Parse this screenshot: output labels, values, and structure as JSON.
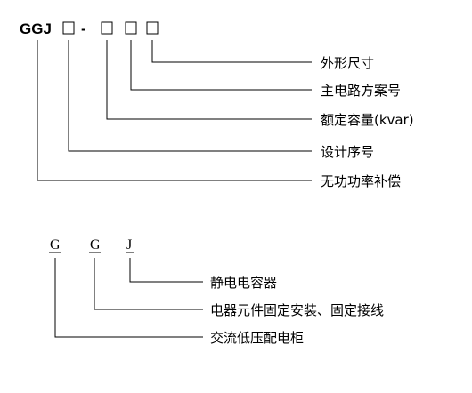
{
  "model_code": {
    "prefix": "GGJ",
    "dash": "-",
    "labels": [
      "外形尺寸",
      "主电路方案号",
      "额定容量(kvar)",
      "设计序号",
      "无功功率补偿"
    ]
  },
  "letter_code": {
    "letters": [
      "G",
      "G",
      "J"
    ],
    "labels": [
      "静电电容器",
      "电器元件固定安装、固定接线",
      "交流低压配电柜"
    ]
  }
}
